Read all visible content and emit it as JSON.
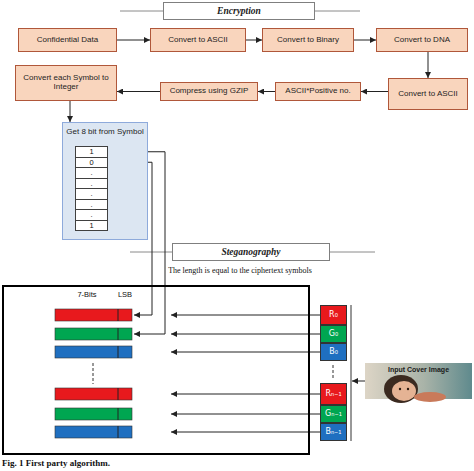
{
  "diagram": {
    "caption": "Fig. 1 First party algorithm.",
    "nodes": [
      {
        "text": [
          "Encryption"
        ]
      },
      {
        "text": [
          "Confidential Data"
        ]
      },
      {
        "text": [
          "Convert to ASCII"
        ]
      },
      {
        "text": [
          "Convert to Binary"
        ]
      },
      {
        "text": [
          "Convert to DNA"
        ]
      },
      {
        "text": [
          "Convert each Symbol to Integer"
        ]
      },
      {
        "text": [
          "Compress using GZIP"
        ]
      },
      {
        "text": [
          "ASCII*Positive no."
        ]
      },
      {
        "text": [
          "Convert to ASCII"
        ]
      },
      {
        "text": [
          "Get 8 bit from Symbol"
        ]
      },
      {
        "text": [
          "1"
        ],
        "in": 9
      },
      {
        "text": [
          "0"
        ],
        "in": 9
      },
      {
        "text": [
          "."
        ],
        "in": 9
      },
      {
        "text": [
          "."
        ],
        "in": 9
      },
      {
        "text": [
          "."
        ],
        "in": 9
      },
      {
        "text": [
          "."
        ],
        "in": 9
      },
      {
        "text": [
          "."
        ],
        "in": 9
      },
      {
        "text": [
          "1"
        ],
        "in": 9
      },
      {
        "text": [
          "Steganography"
        ]
      },
      {
        "text": [
          "7-Bits",
          "LSB"
        ]
      },
      {
        "text": [
          "R₀"
        ]
      },
      {
        "text": [
          "G₀"
        ]
      },
      {
        "text": [
          "B₀"
        ]
      },
      {
        "text": [
          "Rₙ₋₁"
        ]
      },
      {
        "text": [
          "Gₙ₋₁"
        ]
      },
      {
        "text": [
          "Bₙ₋₁"
        ]
      },
      {
        "text": [
          "Input Cover Image"
        ]
      }
    ],
    "edges": [
      {
        "from": 1,
        "to": 2,
        "arrow": "to"
      },
      {
        "from": 2,
        "to": 3,
        "arrow": "to"
      },
      {
        "from": 3,
        "to": 4,
        "arrow": "to"
      },
      {
        "from": 4,
        "to": 8,
        "arrow": "to"
      },
      {
        "from": 8,
        "to": 7,
        "arrow": "to"
      },
      {
        "from": 7,
        "to": 6,
        "arrow": "to"
      },
      {
        "from": 6,
        "to": 5,
        "arrow": "to"
      },
      {
        "from": 5,
        "to": 9,
        "arrow": "to"
      }
    ],
    "labels": [
      "The length is equal to the ciphertext symbols"
    ]
  }
}
